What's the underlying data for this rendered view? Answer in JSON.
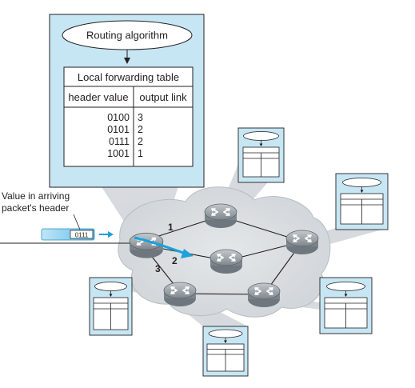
{
  "routing_algorithm_label": "Routing algorithm",
  "forwarding_table": {
    "title": "Local forwarding table",
    "headers": [
      "header value",
      "output link"
    ],
    "rows": [
      {
        "header_value": "0100",
        "output_link": "3"
      },
      {
        "header_value": "0101",
        "output_link": "2"
      },
      {
        "header_value": "0111",
        "output_link": "2"
      },
      {
        "header_value": "1001",
        "output_link": "1"
      }
    ]
  },
  "arriving_packet": {
    "label_line1": "Value in arriving",
    "label_line2": "packet's header",
    "header_value": "0111"
  },
  "link_labels": [
    "1",
    "2",
    "3"
  ],
  "colors": {
    "panel_fill": "#c7e6f4",
    "cloud_fill": "#d9dde1",
    "router_fill": "#9aa2a9",
    "arrow_blue": "#1ba1dc",
    "packet_fill": "#8dd0ee"
  }
}
